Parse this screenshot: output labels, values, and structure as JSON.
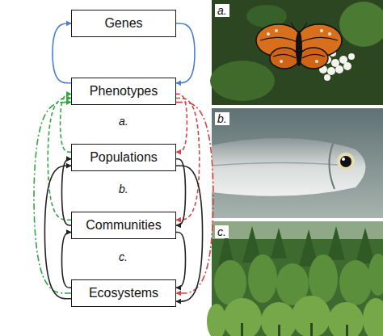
{
  "diagram": {
    "nodes": [
      {
        "text": [
          "Genes"
        ]
      },
      {
        "text": [
          "Phenotypes"
        ]
      },
      {
        "text": [
          "Populations"
        ]
      },
      {
        "text": [
          "Communities"
        ]
      },
      {
        "text": [
          "Ecosystems"
        ]
      }
    ],
    "edges": [
      {
        "from": 1,
        "to": 0,
        "arrow": "to"
      },
      {
        "from": 0,
        "to": 1,
        "arrow": "to"
      },
      {
        "from": 2,
        "to": 1,
        "arrow": "to"
      },
      {
        "from": 3,
        "to": 1,
        "arrow": "to"
      },
      {
        "from": 4,
        "to": 1,
        "arrow": "to"
      },
      {
        "from": 1,
        "to": 2,
        "arrow": "to"
      },
      {
        "from": 1,
        "to": 3,
        "arrow": "to"
      },
      {
        "from": 1,
        "to": 4,
        "arrow": "to"
      },
      {
        "from": 3,
        "to": 2,
        "arrow": "to"
      },
      {
        "from": 4,
        "to": 3,
        "arrow": "to"
      },
      {
        "from": 4,
        "to": 2,
        "arrow": "to"
      },
      {
        "from": 2,
        "to": 3,
        "arrow": "to"
      },
      {
        "from": 3,
        "to": 4,
        "arrow": "to"
      },
      {
        "from": 2,
        "to": 4,
        "arrow": "to"
      }
    ],
    "labels": [
      "a.",
      "b.",
      "c.",
      "a.",
      "b.",
      "c."
    ]
  }
}
